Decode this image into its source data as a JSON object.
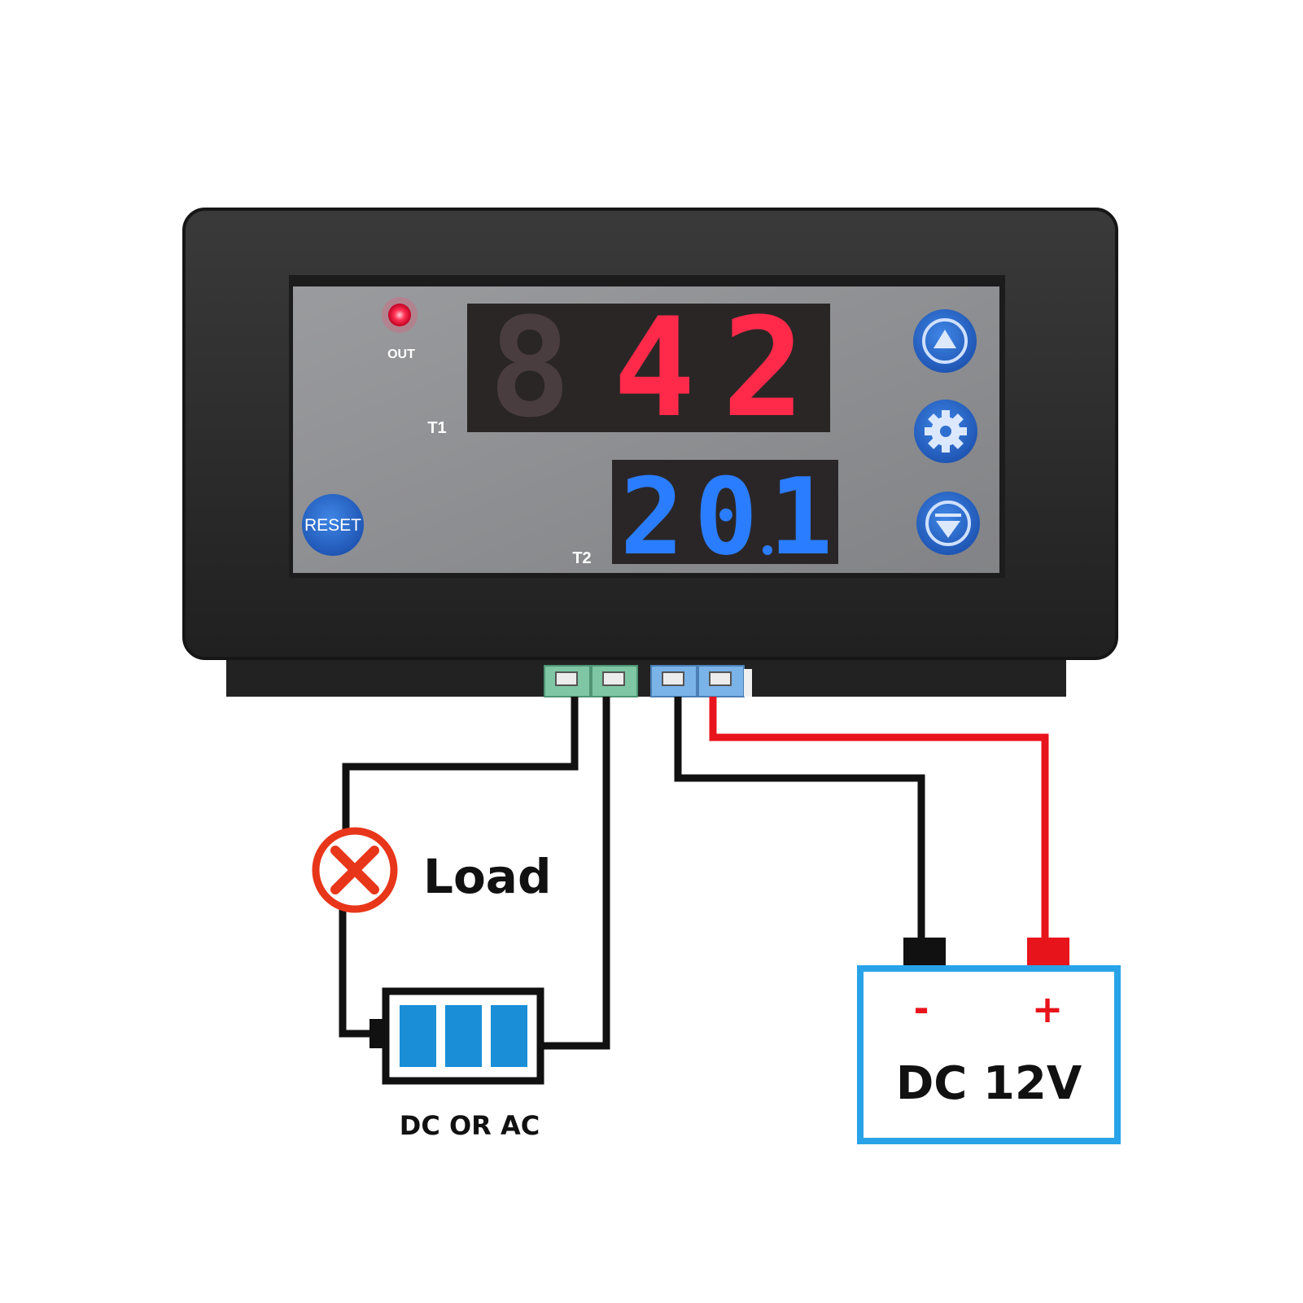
{
  "device": {
    "out_label": "OUT",
    "t1_label": "T1",
    "t2_label": "T2",
    "t1_display": {
      "ghost": "8",
      "digit1": "4",
      "digit2": "2"
    },
    "t2_display": {
      "digit1": "2",
      "digit2": "0",
      "digit3": "1"
    },
    "reset_label": "RESET",
    "up_icon": "triangle-up-icon",
    "settings_icon": "gear-icon",
    "down_icon": "triangle-down-icon"
  },
  "labels": {
    "load": "Load",
    "load_source": "DC OR AC",
    "power_negative": "-",
    "power_positive": "+",
    "power_supply": "DC 12V"
  },
  "colors": {
    "case": "#2e2e2e",
    "panel": "#8e8f92",
    "red_display": "#ff2a4a",
    "blue_display": "#2a7dff",
    "button_blue": "#2f6fd0",
    "wire_black": "#111111",
    "wire_red": "#e8141c",
    "battery_blue": "#1a8fd8",
    "power_box": "#29a3e8",
    "load_icon": "#e8361a",
    "terminal_green": "#7fc7a4",
    "terminal_blue": "#7ab3e8"
  }
}
